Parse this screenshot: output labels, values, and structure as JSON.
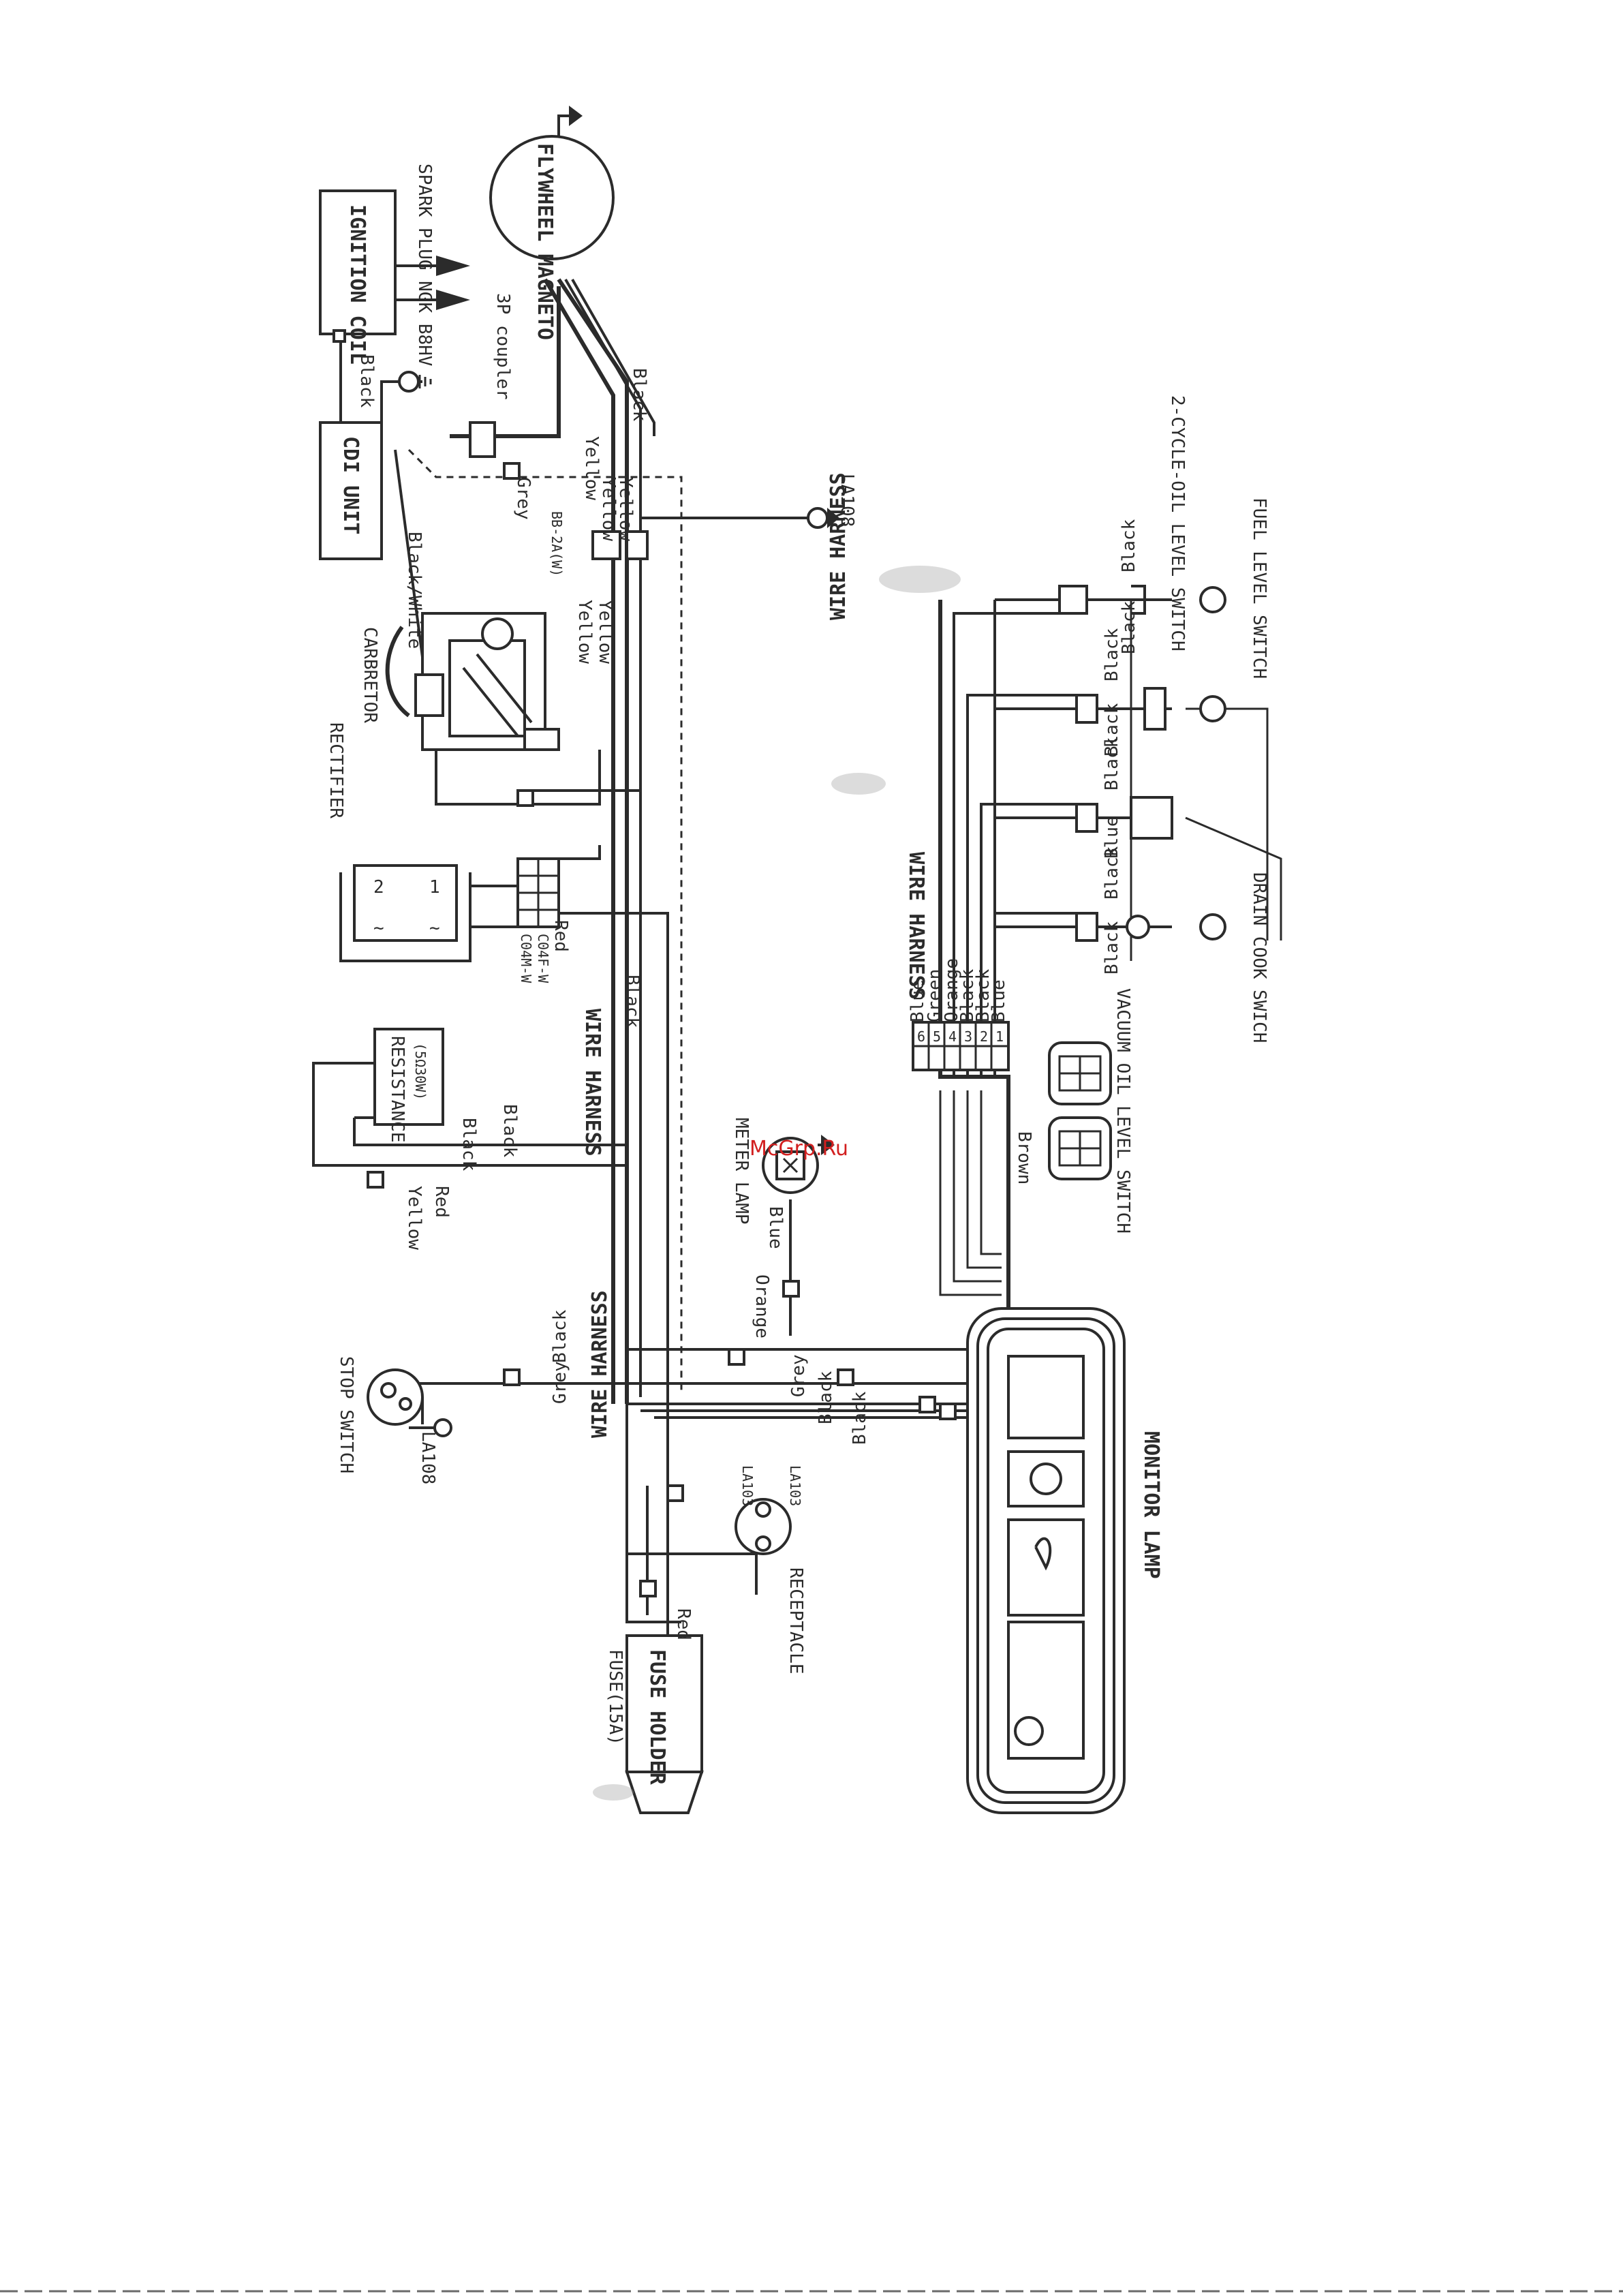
{
  "watermark": "McGrp.Ru",
  "components": {
    "ignition_coil": "IGNITION COIL",
    "spark_plug": "SPARK PLUG NGK B8HV",
    "flywheel_magneto": "FLYWHEEL MAGNETO",
    "cdi_unit": "CDI UNIT",
    "coupler_3p": "3P coupler",
    "carburetor": "CARBRETOR",
    "rectifier": "RECTIFIER",
    "resistance": "RESISTANCE",
    "resistance_value": "(5Ω30W)",
    "connector_c04mw": "C04M-W",
    "connector_c04fw": "C04F-W",
    "connector_bb": "BB-2A(W)",
    "meter_lamp": "METER LAMP",
    "stop_switch": "STOP SWITCH",
    "fuse": "FUSE(15A)",
    "fuse_holder": "FUSE HOLDER",
    "receptacle": "RECEPTACLE",
    "monitor_lamp": "MONITOR LAMP",
    "two_cycle_oil_switch": "2-CYCLE-OIL LEVEL SWITCH",
    "fuel_level_switch": "FUEL LEVEL SWITCH",
    "drain_cook_switch": "DRAIN COOK SWICH",
    "vacuum_oil_switch": "VACUUM OIL LEVEL SWITCH"
  },
  "harness_labels": {
    "top": "WIRE HARNESS",
    "center": "WIRE HARNESS",
    "left": "WIRE HARNESS",
    "right": "WIRE HARNESS",
    "terminal_la108_a": "LA108",
    "terminal_la108_b": "LA108",
    "terminal_la103_a": "LA103",
    "terminal_la103_b": "LA103"
  },
  "wire_colors": {
    "black": "Black",
    "black_white": "Black/White",
    "grey": "Grey",
    "yellow": "Yellow",
    "red": "Red",
    "blue": "Blue",
    "orange": "Orange",
    "green": "Green",
    "brown": "Brown"
  },
  "connector_pins": [
    "1",
    "2",
    "3",
    "4",
    "5",
    "6"
  ],
  "rectifier_pins": [
    "1",
    "2",
    "~",
    "~"
  ],
  "monitor_icons": [
    "oil-can-icon",
    "drop-icon",
    "fuel-pump-icon"
  ]
}
